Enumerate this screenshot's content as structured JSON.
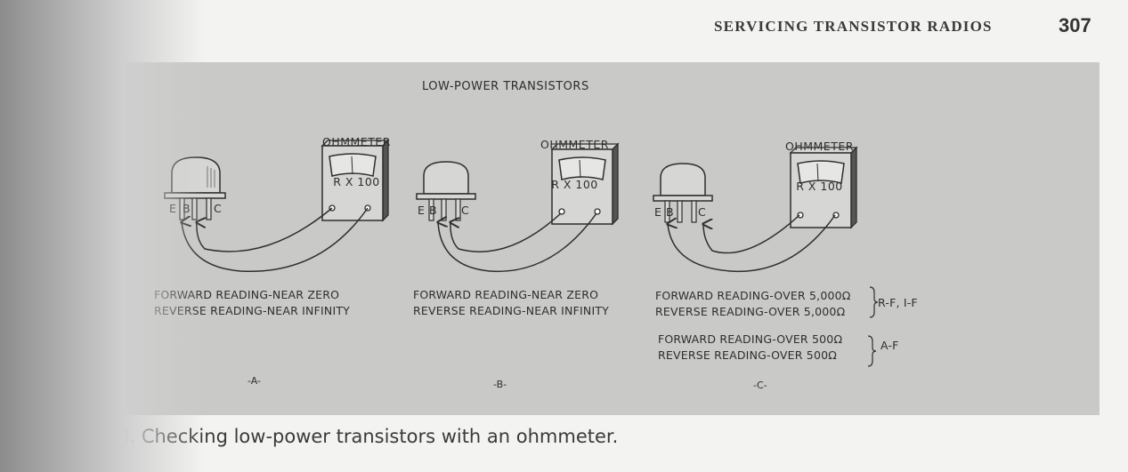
{
  "header": {
    "running_head": "SERVICING TRANSISTOR RADIOS",
    "page_number": "307"
  },
  "figure": {
    "section_title": "LOW-POWER TRANSISTORS",
    "panels": [
      {
        "label": "-A-",
        "meter_title": "OHMMETER",
        "meter_range": "R X 100",
        "pins": [
          "E",
          "B",
          "C"
        ],
        "readings": [
          "FORWARD READING-NEAR ZERO",
          "REVERSE READING-NEAR INFINITY"
        ]
      },
      {
        "label": "-B-",
        "meter_title": "OHMMETER",
        "meter_range": "R X 100",
        "pins": [
          "E",
          "B",
          "C"
        ],
        "readings": [
          "FORWARD READING-NEAR ZERO",
          "REVERSE READING-NEAR INFINITY"
        ]
      },
      {
        "label": "-C-",
        "meter_title": "OHMMETER",
        "meter_range": "R X 100",
        "pins": [
          "E",
          "B",
          "C"
        ],
        "groups": [
          {
            "readings": [
              "FORWARD READING-OVER 5,000Ω",
              "REVERSE READING-OVER 5,000Ω"
            ],
            "applies_to": "R-F, I-F"
          },
          {
            "readings": [
              "FORWARD READING-OVER 500Ω",
              "REVERSE READING-OVER 500Ω"
            ],
            "applies_to": "A-F"
          }
        ]
      }
    ]
  },
  "caption": {
    "prefix": "FIGURE 20-38.",
    "visible_prefix": "20-38.",
    "text": " Checking low-power transistors with an ohmmeter."
  },
  "colors": {
    "panel_bg": "#c9c9c7",
    "ink": "#2e2e2e",
    "page_bg": "#f3f3f1"
  }
}
